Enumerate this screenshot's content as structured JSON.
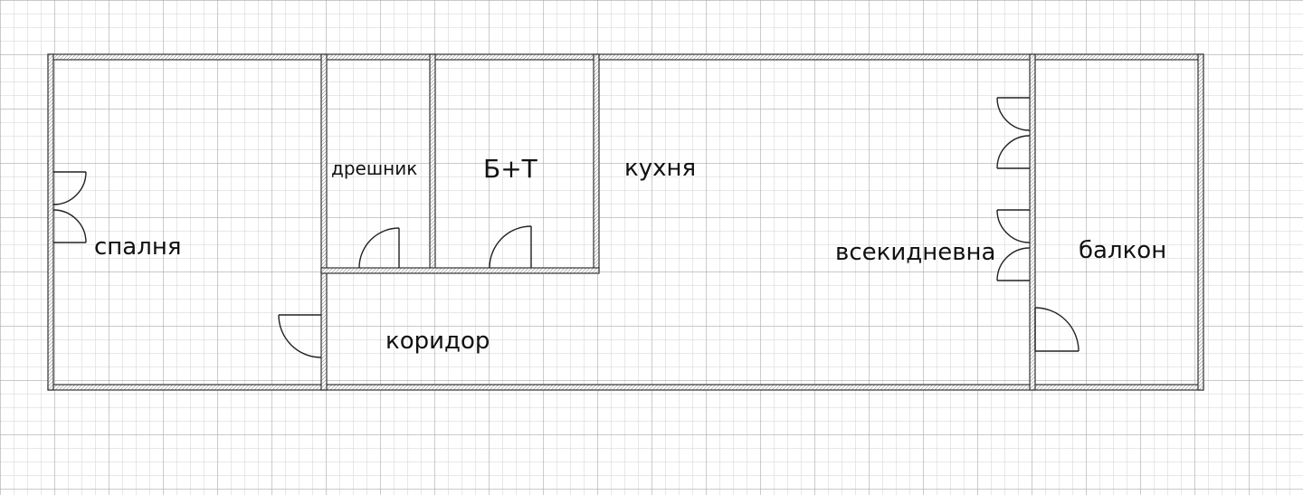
{
  "plan": {
    "rooms": [
      {
        "id": "bedroom",
        "label": "спалня"
      },
      {
        "id": "wardrobe",
        "label": "дрешник"
      },
      {
        "id": "bath",
        "label": "Б+Т"
      },
      {
        "id": "kitchen",
        "label": "кухня"
      },
      {
        "id": "living",
        "label": "всекидневна"
      },
      {
        "id": "balcony",
        "label": "балкон"
      },
      {
        "id": "corridor",
        "label": "коридор"
      }
    ]
  },
  "colors": {
    "background": "#ffffff",
    "grid_minor": "#d2d2d2",
    "grid_major": "#a9a9a9",
    "wall": "#333333",
    "text": "#111111"
  }
}
